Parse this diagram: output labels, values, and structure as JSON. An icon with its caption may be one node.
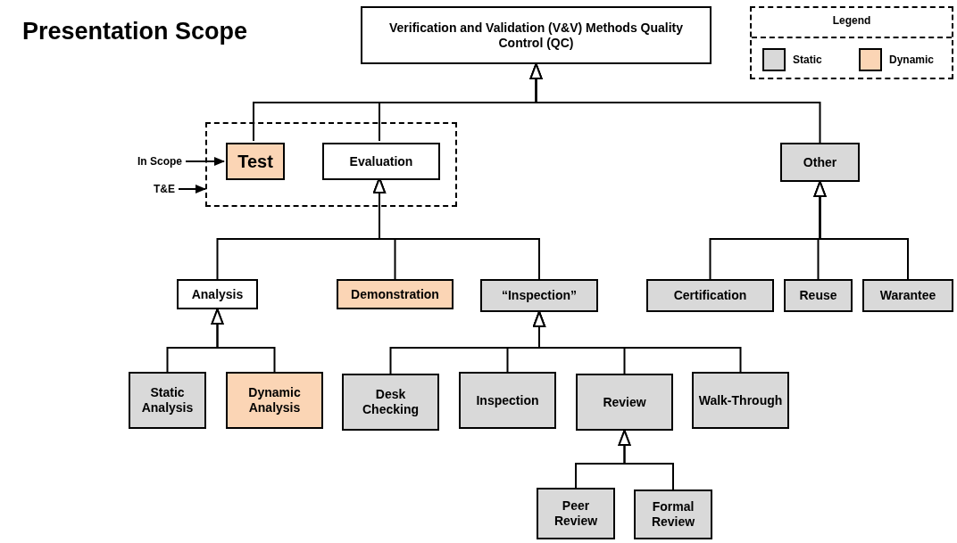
{
  "diagram": {
    "title": "Presentation Scope",
    "nodes": [
      {
        "text": [
          "Verification and Validation (V&V) Methods Quality Control (QC)"
        ]
      },
      {
        "text": [],
        "shape": "box"
      },
      {
        "text": [
          "Test"
        ],
        "in": 1
      },
      {
        "text": [
          "Evaluation"
        ],
        "in": 1
      },
      {
        "text": [
          "In Scope"
        ]
      },
      {
        "text": [
          "T&E"
        ]
      },
      {
        "text": [
          "Other"
        ]
      },
      {
        "text": [
          "Analysis"
        ]
      },
      {
        "text": [
          "Demonstration"
        ]
      },
      {
        "text": [
          "“Inspection”"
        ]
      },
      {
        "text": [
          "Certification"
        ]
      },
      {
        "text": [
          "Reuse"
        ]
      },
      {
        "text": [
          "Warantee"
        ]
      },
      {
        "text": [
          "Static Analysis"
        ]
      },
      {
        "text": [
          "Dynamic Analysis"
        ]
      },
      {
        "text": [
          "Desk Checking"
        ]
      },
      {
        "text": [
          "Inspection"
        ]
      },
      {
        "text": [
          "Review"
        ]
      },
      {
        "text": [
          "Walk-Through"
        ]
      },
      {
        "text": [
          "Peer Review"
        ]
      },
      {
        "text": [
          "Formal Review"
        ]
      }
    ],
    "edges": [
      {
        "from": 2,
        "to": 0,
        "arrow": "to"
      },
      {
        "from": 3,
        "to": 0,
        "arrow": "to"
      },
      {
        "from": 6,
        "to": 0,
        "arrow": "to"
      },
      {
        "from": 4,
        "to": 2,
        "arrow": "to"
      },
      {
        "from": 5,
        "to": 1,
        "arrow": "to"
      },
      {
        "from": 7,
        "to": 3,
        "arrow": "to"
      },
      {
        "from": 8,
        "to": 3,
        "arrow": "to"
      },
      {
        "from": 9,
        "to": 3,
        "arrow": "to"
      },
      {
        "from": 10,
        "to": 6,
        "arrow": "to"
      },
      {
        "from": 11,
        "to": 6,
        "arrow": "to"
      },
      {
        "from": 12,
        "to": 6,
        "arrow": "to"
      },
      {
        "from": 13,
        "to": 7,
        "arrow": "to"
      },
      {
        "from": 14,
        "to": 7,
        "arrow": "to"
      },
      {
        "from": 15,
        "to": 9,
        "arrow": "to"
      },
      {
        "from": 16,
        "to": 9,
        "arrow": "to"
      },
      {
        "from": 17,
        "to": 9,
        "arrow": "to"
      },
      {
        "from": 18,
        "to": 9,
        "arrow": "to"
      },
      {
        "from": 19,
        "to": 17,
        "arrow": "to"
      },
      {
        "from": 20,
        "to": 17,
        "arrow": "to"
      }
    ],
    "labels": [
      "Legend"
    ],
    "legend": [
      {
        "text": "Static",
        "color": "#d9d9d9"
      },
      {
        "text": "Dynamic",
        "color": "#fbd5b5"
      }
    ]
  }
}
